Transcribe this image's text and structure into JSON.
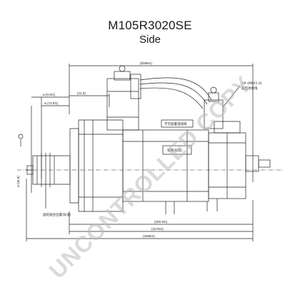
{
  "header": {
    "part_number": "M105R3020SE",
    "view": "Side"
  },
  "dimensions": {
    "overall_top": "(5086m)",
    "top_left": "(41.5)",
    "left_upper": "ø (0.9/1)",
    "left_lower": "ø (73.5/1)",
    "left_vertical": "ø (45.8)",
    "bottom_1": "(300.5m)",
    "bottom_2": "(3276m)",
    "bottom_3": "(3486m)"
  },
  "annotations": {
    "terminal": "3# (M8X1.0)",
    "terminal_sub": "蓄电池接线",
    "warning": "不可放置电线调",
    "label_box": "铭牌(标签)",
    "bottom_note": "齿轮啮合位置(标准)"
  },
  "watermark": "UNCONTROLLED COPY"
}
